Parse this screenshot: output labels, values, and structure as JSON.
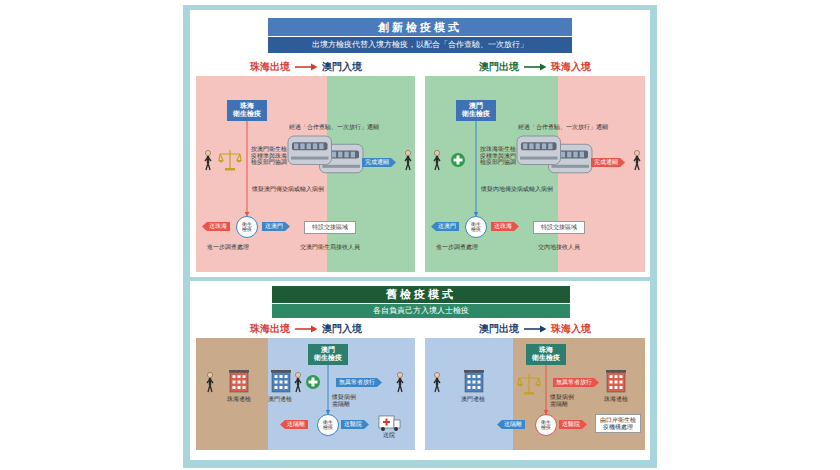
{
  "diagram": {
    "nodes": [
      {
        "text": [
          "創新檢疫模式"
        ]
      },
      {
        "text": [
          "出境方檢疫代替入境方檢疫，以配合「合作查驗、一次放行」"
        ]
      },
      {
        "text": [
          "珠海出境",
          "澳門入境"
        ]
      },
      {
        "text": [
          "珠海 衛生檢疫"
        ],
        "in": 2
      },
      {
        "text": [
          "完成通關"
        ],
        "in": 2
      },
      {
        "text": [
          "衛生 檢疫"
        ],
        "in": 2
      },
      {
        "text": [
          "送珠海"
        ],
        "in": 2
      },
      {
        "text": [
          "送澳門"
        ],
        "in": 2
      },
      {
        "text": [
          "特設交接區域"
        ],
        "in": 2
      },
      {
        "text": [
          "澳門出境",
          "珠海入境"
        ]
      },
      {
        "text": [
          "澳門 衛生檢疫"
        ],
        "in": 9
      },
      {
        "text": [
          "完成通關"
        ],
        "in": 9
      },
      {
        "text": [
          "衛生 檢疫"
        ],
        "in": 9
      },
      {
        "text": [
          "送澳門"
        ],
        "in": 9
      },
      {
        "text": [
          "送珠海"
        ],
        "in": 9
      },
      {
        "text": [
          "特設交接區域"
        ],
        "in": 9
      },
      {
        "text": [
          "舊檢疫模式"
        ]
      },
      {
        "text": [
          "各自負責己方入境人士檢疫"
        ]
      },
      {
        "text": [
          "珠海出境",
          "澳門入境"
        ]
      },
      {
        "text": [
          "澳門 衛生檢疫"
        ],
        "in": 18
      },
      {
        "text": [
          "無異常者放行"
        ],
        "in": 18
      },
      {
        "text": [
          "衛生 檢疫"
        ],
        "in": 18
      },
      {
        "text": [
          "送隔離"
        ],
        "in": 18
      },
      {
        "text": [
          "送醫院"
        ],
        "in": 18
      },
      {
        "text": [
          "澳門出境",
          "珠海入境"
        ]
      },
      {
        "text": [
          "珠海 衛生檢疫"
        ],
        "in": 24
      },
      {
        "text": [
          "無異常者放行"
        ],
        "in": 24
      },
      {
        "text": [
          "衛生 檢疫"
        ],
        "in": 24
      },
      {
        "text": [
          "送隔離"
        ],
        "in": 24
      },
      {
        "text": [
          "送醫院"
        ],
        "in": 24
      },
      {
        "text": [
          "由口岸衛生檢疫機構處理"
        ],
        "in": 24
      }
    ],
    "edges": [
      {
        "from": 3,
        "to": 5,
        "arrow": "to",
        "label": "懷疑澳門傳染病或輸入病例"
      },
      {
        "from": 10,
        "to": 12,
        "arrow": "to",
        "label": "懷疑內地傳染病或輸入病例"
      },
      {
        "from": 19,
        "to": 21,
        "arrow": "to",
        "label": "懷疑病例 需隔離"
      },
      {
        "from": 25,
        "to": 27,
        "arrow": "to",
        "label": "懷疑病例 需隔離"
      }
    ],
    "labels": [
      "經過「合作查驗、一次放行」通關",
      "按澳門衛生檢疫標準與珠海檢疫部門協調",
      "進一步調查處理",
      "交澳門衛生局接收人員",
      "經過「合作查驗、一次放行」通關",
      "按珠海衛生檢疫標準與澳門檢疫部門協調",
      "進一步調查處理",
      "交內地接收人員",
      "珠海邊檢",
      "澳門邊檢",
      "送院",
      "澳門邊檢",
      "珠海邊檢"
    ]
  }
}
